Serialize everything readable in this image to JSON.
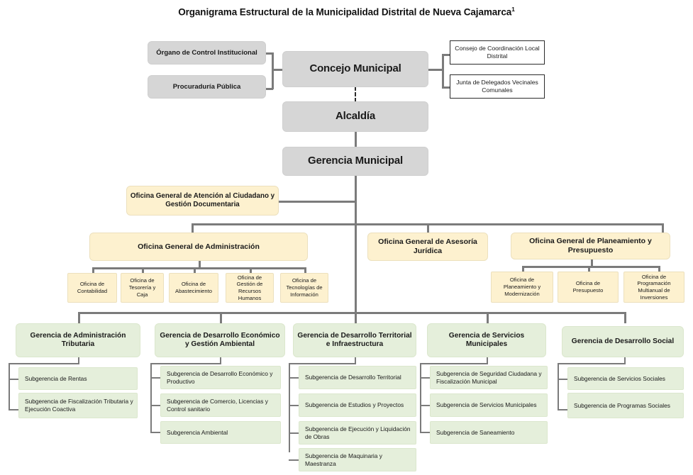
{
  "title": {
    "text": "Organigrama Estructural de la Municipalidad Distrital de Nueva Cajamarca",
    "footnote_marker": "1"
  },
  "chart_data": {
    "type": "diagram",
    "subtype": "organizational-chart",
    "orientation": "top-down",
    "legend_position": "none"
  },
  "nodes": {
    "organo_control": "Órgano de Control Institucional",
    "procuraduria": "Procuraduría Pública",
    "concejo": "Concejo Municipal",
    "alcaldia": "Alcaldía",
    "gerencia_municipal": "Gerencia Municipal",
    "consejo_coordinacion": "Consejo de Coordinación Local Distrital",
    "junta_delegados": "Junta de Delegados Vecinales Comunales",
    "atencion_ciudadano": "Oficina General de Atención al Ciudadano y Gestión Documentaria",
    "ogа_administracion": "Oficina General de Administración",
    "oga_asesoria": "Oficina General de Asesoría Jurídica",
    "oga_planeamiento": "Oficina General de Planeamiento y Presupuesto"
  },
  "admin_offices": [
    {
      "label": "Oficina de Contabilidad"
    },
    {
      "label": "Oficina de Tesorería y Caja"
    },
    {
      "label": "Oficina de Abastecimiento"
    },
    {
      "label": "Oficina de Gestión de Recursos Humanos"
    },
    {
      "label": "Oficina de Tecnologías de Información"
    }
  ],
  "planeamiento_offices": [
    {
      "label": "Oficina de Planeamiento y Modernización"
    },
    {
      "label": "Oficina de Presupuesto"
    },
    {
      "label": "Oficina de Programación Multianual de Inversiones"
    }
  ],
  "gerencias": [
    {
      "label": "Gerencia de Administración Tributaria",
      "sub": [
        "Subgerencia de Rentas",
        "Subgerencia de Fiscalización Tributaria y Ejecución Coactiva"
      ]
    },
    {
      "label": "Gerencia de Desarrollo Económico y Gestión Ambiental",
      "sub": [
        "Subgerencia de Desarrollo Económico y Productivo",
        "Subgerencia de Comercio, Licencias y Control sanitario",
        "Subgerencia Ambiental"
      ]
    },
    {
      "label": "Gerencia de Desarrollo Territorial e Infraestructura",
      "sub": [
        "Subgerencia de Desarrollo Territorial",
        "Subgerencia de Estudios y Proyectos",
        "Subgerencia de Ejecución y Liquidación de Obras",
        "Subgerencia de Maquinaria y Maestranza"
      ]
    },
    {
      "label": "Gerencia de Servicios Municipales",
      "sub": [
        "Subgerencia de Seguridad Ciudadana y Fiscalización Municipal",
        "Subgerencia de Servicios Municipales",
        "Subgerencia de Saneamiento"
      ]
    },
    {
      "label": "Gerencia de Desarrollo Social",
      "sub": [
        "Subgerencia de Servicios Sociales",
        "Subgerencia de Programas Sociales"
      ]
    }
  ],
  "colors": {
    "gray_box": "#d6d6d6",
    "cream_box": "#fdf1cf",
    "green_box": "#e5efdb",
    "connector": "#7b7b7b",
    "white_box_border": "#2b2b2b"
  }
}
